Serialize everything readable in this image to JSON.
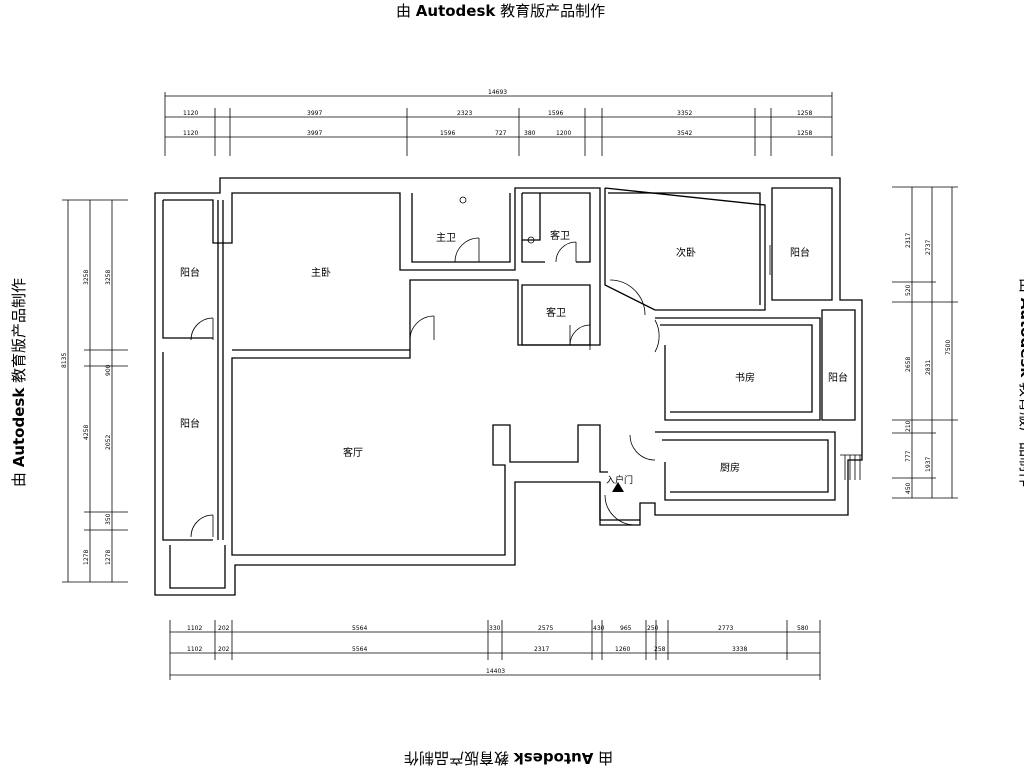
{
  "watermark": {
    "prefix": "由 ",
    "brand": "Autodesk",
    "suffix": " 教育版产品制作"
  },
  "rooms": {
    "balcony_top_left": "阳台",
    "master_bedroom": "主卧",
    "master_bath": "主卫",
    "guest_bath_upper": "客卫",
    "guest_bath_lower": "客卫",
    "second_bedroom": "次卧",
    "balcony_top_right": "阳台",
    "study": "书房",
    "balcony_right": "阳台",
    "balcony_left": "阳台",
    "living_room": "客厅",
    "kitchen": "厨房",
    "entrance_door": "入户门"
  },
  "dimensions": {
    "top_total": "14693",
    "top_row1": [
      "1120",
      "3997",
      "2323",
      "1596",
      "3352",
      "1258"
    ],
    "top_row2": [
      "1120",
      "3997",
      "1596",
      "727",
      "380",
      "1200",
      "3542",
      "1258"
    ],
    "bottom_row1": [
      "1102",
      "202",
      "5564",
      "330",
      "2575",
      "430",
      "965",
      "250",
      "2773",
      "580"
    ],
    "bottom_row2": [
      "1102",
      "202",
      "5564",
      "2317",
      "1260",
      "258",
      "3338"
    ],
    "bottom_total": "14403",
    "left_total": "8135",
    "left_outer": [
      "3258",
      "900",
      "4258",
      "1278"
    ],
    "left_inner": [
      "3258",
      "2052",
      "350",
      "1278"
    ],
    "right_total": "7500",
    "right_outer": [
      "2737",
      "2831",
      "1937"
    ],
    "right_inner": [
      "2317",
      "520",
      "2658",
      "210",
      "777",
      "450"
    ]
  }
}
